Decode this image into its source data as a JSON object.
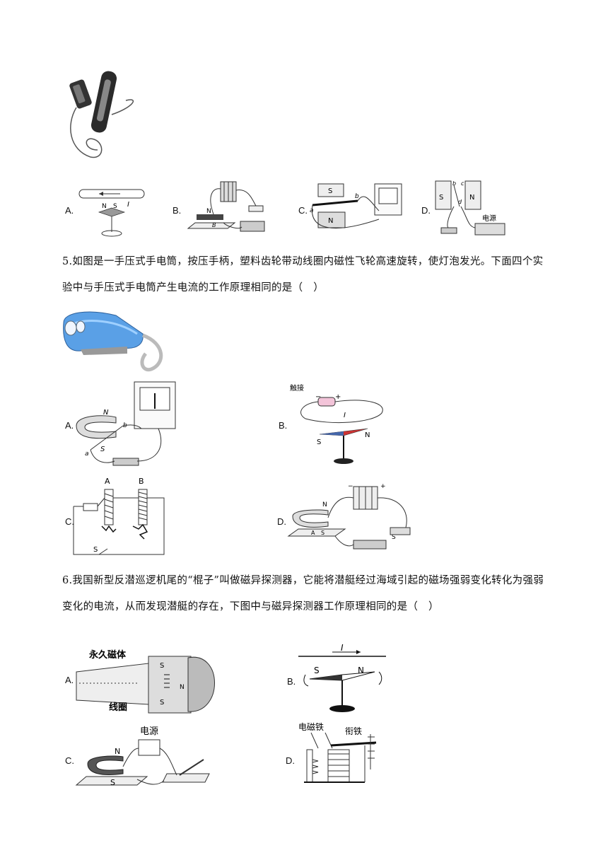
{
  "q4": {
    "options": {
      "a": "A.",
      "b": "B.",
      "c": "C.",
      "d": "D."
    },
    "fig_b": {
      "n": "N",
      "b": "B"
    },
    "fig_c": {
      "s": "S",
      "n": "N",
      "a": "a",
      "b": "b"
    },
    "fig_d": {
      "s": "S",
      "n": "N",
      "b": "b",
      "c": "c",
      "d": "d",
      "power": "电源"
    },
    "fig_a": {
      "n": "N",
      "s": "S",
      "i": "I"
    }
  },
  "q5": {
    "text": "5.如图是一手压式手电筒，按压手柄，塑料齿轮带动线圈内磁性飞轮高速旋转，使灯泡发光。下面四个实验中与手压式手电筒产生电流的工作原理相同的是（　）",
    "options": {
      "a": "A.",
      "b": "B.",
      "c": "C.",
      "d": "D."
    },
    "fig_a": {
      "n": "N",
      "s": "S",
      "a": "a",
      "b": "b"
    },
    "fig_b": {
      "touch": "触接",
      "minus": "−",
      "plus": "+",
      "i": "I",
      "s": "S",
      "n": "N"
    },
    "fig_c": {
      "a": "A",
      "b": "B",
      "s": "S"
    },
    "fig_d": {
      "n": "N",
      "s": "S",
      "a": "A",
      "s2": "S",
      "minus": "−",
      "plus": "+"
    }
  },
  "q6": {
    "text": "6.我国新型反潜巡逻机尾的“棍子”叫做磁异探测器，它能将潜艇经过海域引起的磁场强弱变化转化为强弱变化的电流，从而发现潜艇的存在，下图中与磁异探测器工作原理相同的是（　）",
    "options": {
      "a": "A.",
      "b": "B.",
      "c": "C.",
      "d": "D."
    },
    "fig_a": {
      "magnet": "永久磁体",
      "coil": "线圈",
      "s": "S",
      "s2": "S",
      "n": "N"
    },
    "fig_b": {
      "i": "I",
      "s": "S",
      "n": "N"
    },
    "fig_c": {
      "power": "电源",
      "n": "N",
      "s": "S"
    },
    "fig_d": {
      "electromagnet": "电磁铁",
      "armature": "衔铁"
    }
  }
}
